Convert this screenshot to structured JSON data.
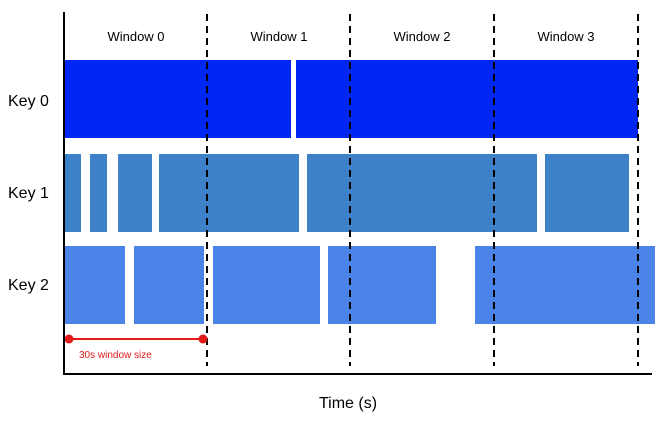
{
  "diagram": {
    "windows": [
      "Window 0",
      "Window 1",
      "Window 2",
      "Window 3"
    ],
    "keys": [
      {
        "label": "Key 0",
        "color": "#0026F5"
      },
      {
        "label": "Key 1",
        "color": "#3D82C9"
      },
      {
        "label": "Key 2",
        "color": "#4A84E8"
      }
    ],
    "window_size_label": "30s window size",
    "window_size_color": "#E31A1A",
    "x_axis_label": "Time (s)",
    "axis_color": "#000000",
    "divider_style": "dashed"
  }
}
